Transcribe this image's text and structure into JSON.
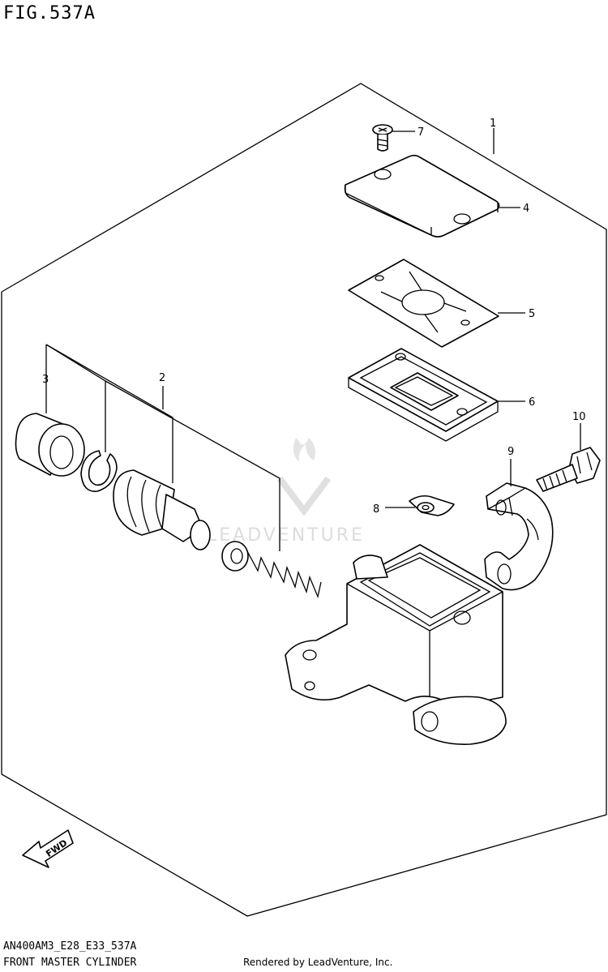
{
  "figure": {
    "title": "FIG.537A",
    "code": "AN400AM3_E28_E33_537A",
    "name": "FRONT MASTER CYLINDER",
    "rendered_by": "Rendered by LeadVenture, Inc."
  },
  "watermark": "LEADVENTURE",
  "fwd_label": "FWD",
  "callouts": [
    {
      "id": "1",
      "label": "1"
    },
    {
      "id": "2",
      "label": "2"
    },
    {
      "id": "3",
      "label": "3"
    },
    {
      "id": "4",
      "label": "4"
    },
    {
      "id": "5",
      "label": "5"
    },
    {
      "id": "6",
      "label": "6"
    },
    {
      "id": "7",
      "label": "7"
    },
    {
      "id": "8",
      "label": "8"
    },
    {
      "id": "9",
      "label": "9"
    },
    {
      "id": "10",
      "label": "10"
    }
  ]
}
